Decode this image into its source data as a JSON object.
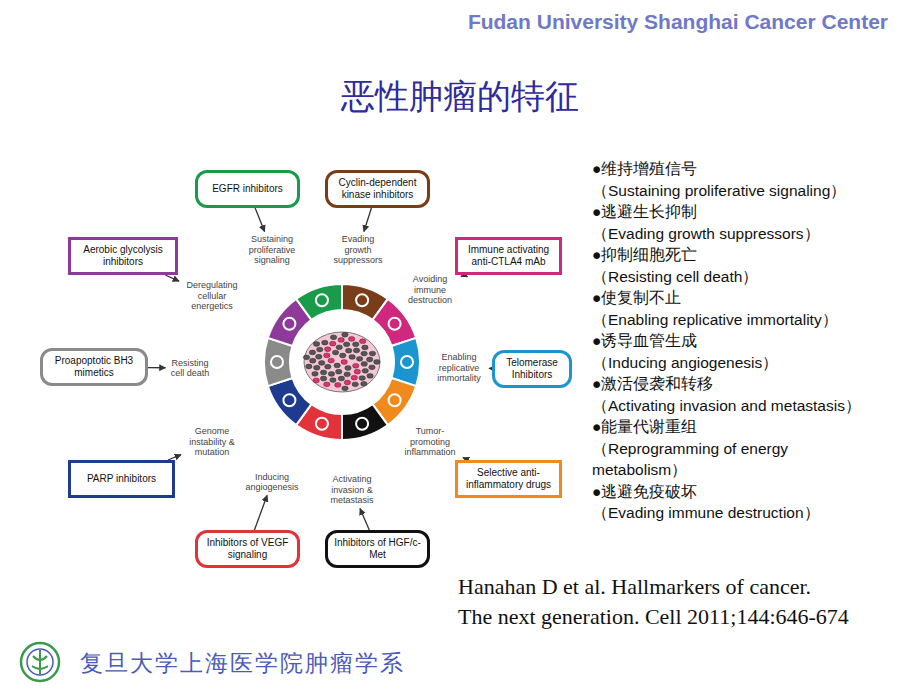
{
  "diagram": {
    "title": "恶性肿瘤的特征",
    "nodes": [
      {
        "text": [
          "EGFR inhibitors"
        ]
      },
      {
        "text": [
          "Cyclin-dependent kinase inhibitors"
        ]
      },
      {
        "text": [
          "Immune activating anti-CTLA4 mAb"
        ]
      },
      {
        "text": [
          "Telomerase Inhibitors"
        ]
      },
      {
        "text": [
          "Selective anti-inflammatory drugs"
        ]
      },
      {
        "text": [
          "Inhibitors of HGF/c-Met"
        ]
      },
      {
        "text": [
          "Inhibitors of VEGF signaling"
        ]
      },
      {
        "text": [
          "PARP inhibitors"
        ]
      },
      {
        "text": [
          "Proapoptotic BH3 mimetics"
        ]
      },
      {
        "text": [
          "Aerobic glycolysis inhibitors"
        ]
      },
      {
        "text": [
          "Sustaining proliferative signaling"
        ]
      },
      {
        "text": [
          "Evading growth suppressors"
        ]
      },
      {
        "text": [
          "Avoiding immune destruction"
        ]
      },
      {
        "text": [
          "Enabling replicative immortality"
        ]
      },
      {
        "text": [
          "Tumor-promoting inflammation"
        ]
      },
      {
        "text": [
          "Activating invasion & metastasis"
        ]
      },
      {
        "text": [
          "Inducing angiogenesis"
        ]
      },
      {
        "text": [
          "Genome instability & mutation"
        ]
      },
      {
        "text": [
          "Resisting cell death"
        ]
      },
      {
        "text": [
          "Deregulating cellular energetics"
        ]
      }
    ],
    "edges": [
      {
        "from": 0,
        "to": 10,
        "arrow": "to"
      },
      {
        "from": 1,
        "to": 11,
        "arrow": "to"
      },
      {
        "from": 2,
        "to": 12,
        "arrow": "to"
      },
      {
        "from": 3,
        "to": 13,
        "arrow": "to"
      },
      {
        "from": 4,
        "to": 14,
        "arrow": "to"
      },
      {
        "from": 5,
        "to": 15,
        "arrow": "to"
      },
      {
        "from": 6,
        "to": 16,
        "arrow": "to"
      },
      {
        "from": 7,
        "to": 17,
        "arrow": "to"
      },
      {
        "from": 8,
        "to": 18,
        "arrow": "to"
      },
      {
        "from": 9,
        "to": 19,
        "arrow": "to"
      }
    ],
    "labels": [
      "Fudan University Shanghai Cancer Center",
      "●维持增殖信号",
      "（Sustaining proliferative signaling）",
      "●逃避生长抑制",
      "（Evading growth suppressors）",
      "●抑制细胞死亡",
      "（Resisting cell death）",
      "●使复制不止",
      "（Enabling replicative immortality）",
      "●诱导血管生成",
      "（Inducing angiogenesis）",
      "●激活侵袭和转移",
      "（Activating invasion and metastasis）",
      "●能量代谢重组",
      "（Reprogramming of energy metabolism）",
      "●逃避免疫破坏",
      "（Evading immune destruction）",
      "Hanahan D et al. Hallmarkers of cancer.",
      "The next generation. Cell 2011;144:646-674",
      "复旦大学上海医学院肿瘤学系"
    ]
  }
}
